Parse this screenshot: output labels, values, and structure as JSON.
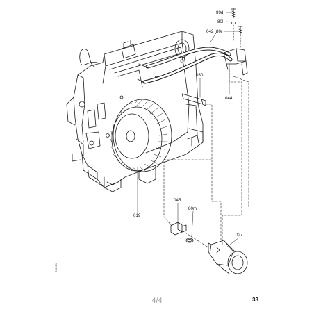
{
  "diagram": {
    "callouts": [
      {
        "id": "80d",
        "text": "80d"
      },
      {
        "id": "80l",
        "text": "80l"
      },
      {
        "id": "042",
        "text": "042"
      },
      {
        "id": "80r",
        "text": "80r"
      },
      {
        "id": "030",
        "text": "030"
      },
      {
        "id": "044",
        "text": "044"
      },
      {
        "id": "019",
        "text": "019"
      },
      {
        "id": "045",
        "text": "045"
      },
      {
        "id": "80m",
        "text": "80m"
      },
      {
        "id": "027",
        "text": "027"
      }
    ],
    "page_indicator": "4/4",
    "page_number": "33",
    "side_reference": "T81 3B"
  },
  "colors": {
    "line": "#1a1a1a",
    "hatch": "#3a3a3a",
    "footer_grey": "#9a9a9a"
  }
}
